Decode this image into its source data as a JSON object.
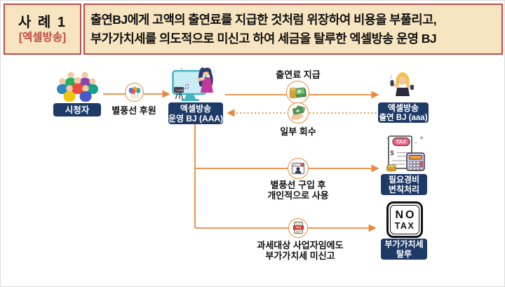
{
  "header": {
    "case_title": "사 례 1",
    "case_subtitle": "[엑셀방송]",
    "description_line1": "출연BJ에게 고액의 출연료를 지급한 것처럼 위장하여 비용을 부풀리고,",
    "description_line2": "부가가치세를 의도적으로 미신고 하여 세금을 탈루한 엑셀방송 운영 BJ"
  },
  "nodes": {
    "viewers_label": "시청자",
    "operator_label_line1": "엑셀방송",
    "operator_label_line2": "운영 BJ (AAA)",
    "performer_label_line1": "엑셀방송",
    "performer_label_line2": "출연 BJ (aaa)",
    "expense_label_line1": "필요경비",
    "expense_label_line2": "변칙처리",
    "evasion_label_line1": "부가가치세",
    "evasion_label_line2": "탈루"
  },
  "flows": {
    "donation_label": "별풍선 후원",
    "fee_payment_label": "출연료 지급",
    "partial_recovery_label": "일부 회수",
    "balloon_purchase_line1": "별풍선 구입 후",
    "balloon_purchase_line2": "개인적으로 사용",
    "vat_unreported_line1": "과세대상 사업자임에도",
    "vat_unreported_line2": "부가가치세 미신고"
  },
  "icon_texts": {
    "no_tax_line1": "NO",
    "no_tax_line2": "TAX",
    "tax_ribbon": "TAX",
    "tax_stamp": "TAX",
    "live_badge": "LIVE",
    "dollar_sign": "$"
  },
  "icons": {
    "viewers": "people-group-icon",
    "donation": "balloon-bunch-icon",
    "operator": "streamer-monitor-icon",
    "fee_payment": "money-stack-icon",
    "partial_recovery": "hand-cash-icon",
    "performer": "singer-icon",
    "balloon_purchase": "browser-user-icon",
    "expense": "tax-calculator-icon",
    "vat_unreported": "tax-document-icon",
    "vat_evasion": "no-tax-sign"
  },
  "colors": {
    "header_bg": "#F6E5C0",
    "header_border": "#BE4B47",
    "accent_red": "#BE4B47",
    "node_navy": "#1E3A66",
    "arrow_orange": "#E8883C"
  }
}
